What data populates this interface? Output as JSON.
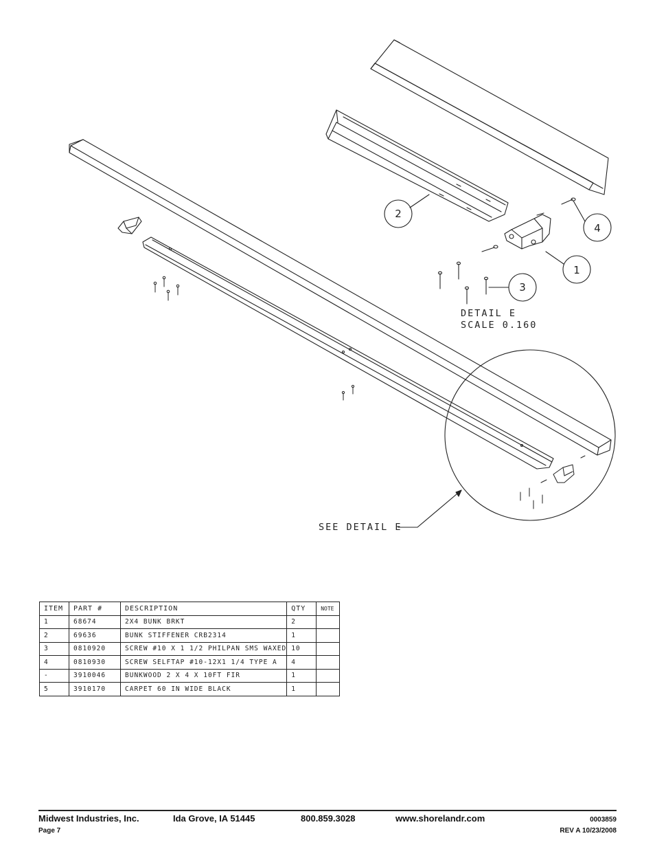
{
  "drawing": {
    "detail_title": "DETAIL E",
    "detail_scale": "SCALE 0.160",
    "see_detail": "SEE DETAIL E",
    "balloons": [
      "2",
      "4",
      "1",
      "3"
    ]
  },
  "bom": {
    "headers": [
      "ITEM",
      "PART #",
      "DESCRIPTION",
      "QTY",
      "NOTE"
    ],
    "rows": [
      [
        "1",
        "68674",
        "2X4 BUNK BRKT",
        "2",
        ""
      ],
      [
        "2",
        "69636",
        "BUNK STIFFENER CRB2314",
        "1",
        ""
      ],
      [
        "3",
        "0810920",
        "SCREW #10 X 1 1/2 PHILPAN SMS WAXED",
        "10",
        ""
      ],
      [
        "4",
        "0810930",
        "SCREW SELFTAP #10-12X1 1/4 TYPE A",
        "4",
        ""
      ],
      [
        "-",
        "3910046",
        "BUNKWOOD 2 X 4 X 10FT FIR",
        "1",
        ""
      ],
      [
        "5",
        "3910170",
        "CARPET 60 IN WIDE BLACK",
        "1",
        ""
      ]
    ]
  },
  "footer": {
    "company": "Midwest Industries, Inc.",
    "city": "Ida Grove, IA  51445",
    "phone": "800.859.3028",
    "website": "www.shorelandr.com",
    "doc_number": "0003859",
    "page": "Page 7",
    "revision": "REV A  10/23/2008"
  }
}
